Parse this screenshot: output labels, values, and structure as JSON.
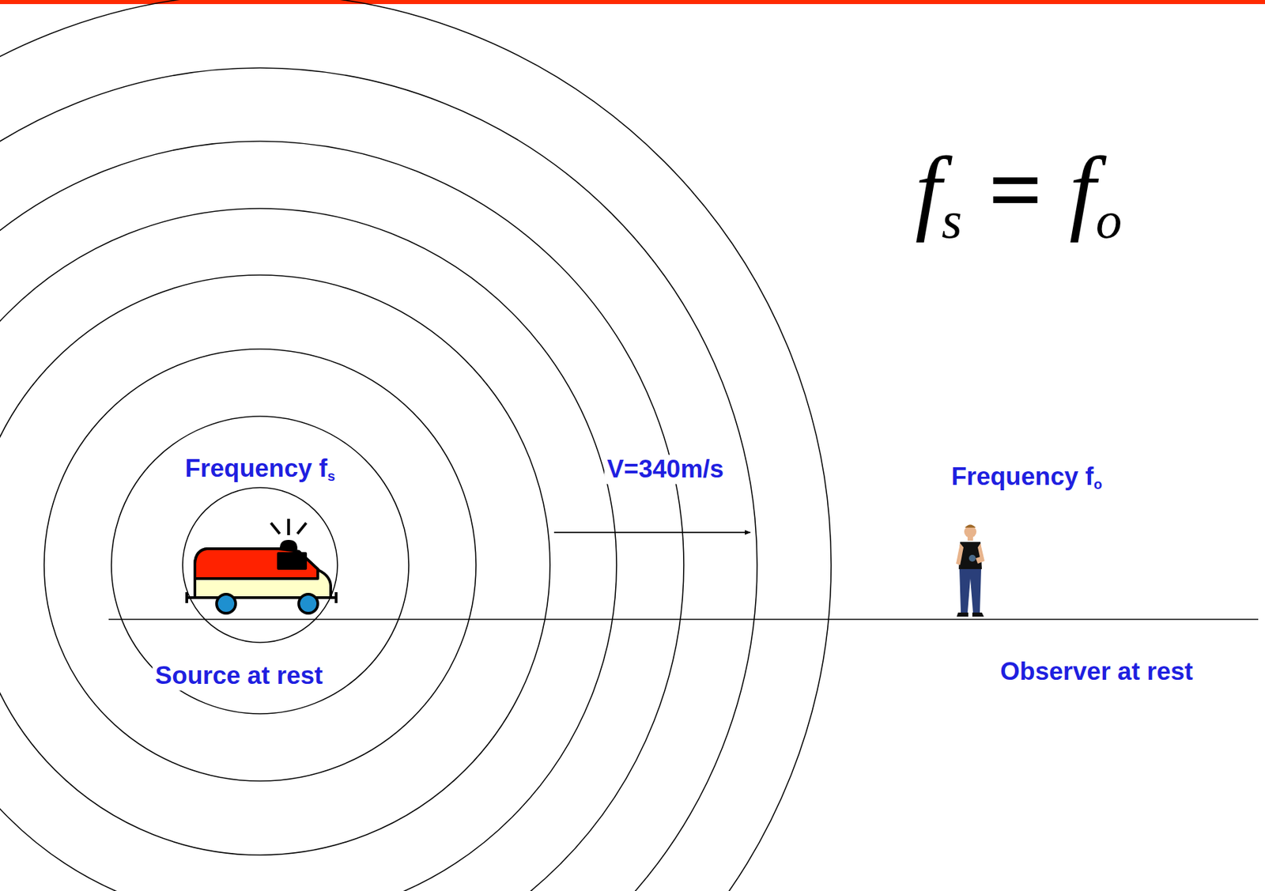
{
  "diagram": {
    "labels": [
      "f",
      "s",
      "=",
      "f",
      "o",
      "Frequency f",
      "s",
      "V=340m/s",
      "Frequency f",
      "o",
      "Source at rest",
      "Observer at rest"
    ]
  }
}
